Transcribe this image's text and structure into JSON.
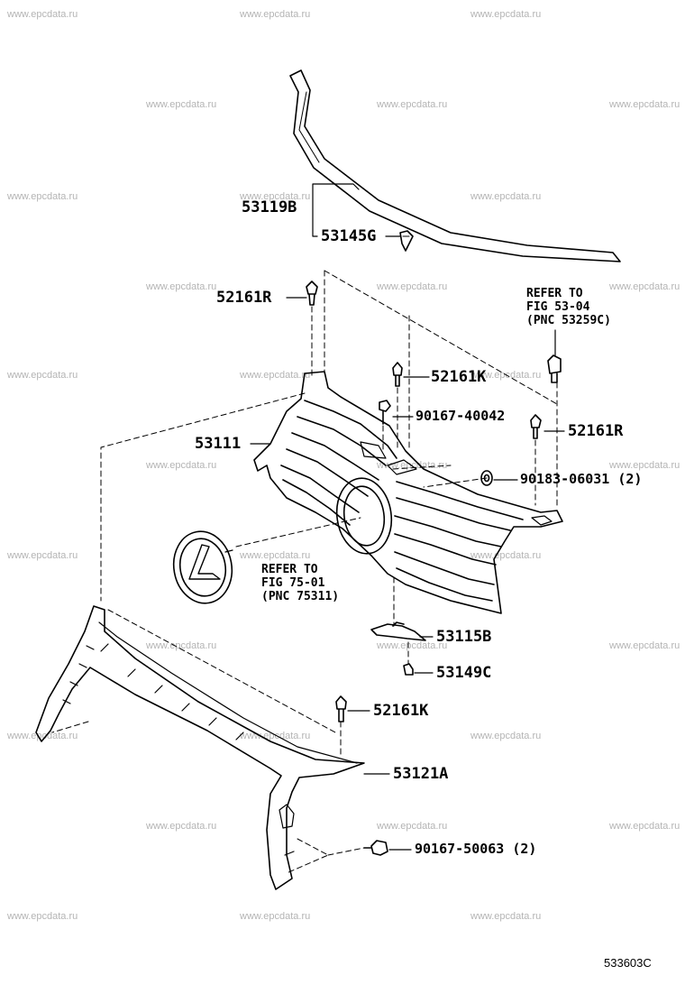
{
  "watermark": "www.epcdata.ru",
  "parts": {
    "p53119B": "53119B",
    "p53145G": "53145G",
    "p52161R_a": "52161R",
    "p52161K_a": "52161K",
    "p90167_40042": "90167-40042",
    "p52161R_b": "52161R",
    "p53111": "53111",
    "p90183_06031": "90183-06031 (2)",
    "p53115B": "53115B",
    "p53149C": "53149C",
    "p52161K_b": "52161K",
    "p53121A": "53121A",
    "p90167_50063": "90167-50063 (2)"
  },
  "refs": {
    "ref1": {
      "line1": "REFER TO",
      "line2": "FIG 53-04",
      "line3": "(PNC 53259C)"
    },
    "ref2": {
      "line1": "REFER TO",
      "line2": "FIG 75-01",
      "line3": "(PNC 75311)"
    }
  },
  "figure_code": "533603C"
}
